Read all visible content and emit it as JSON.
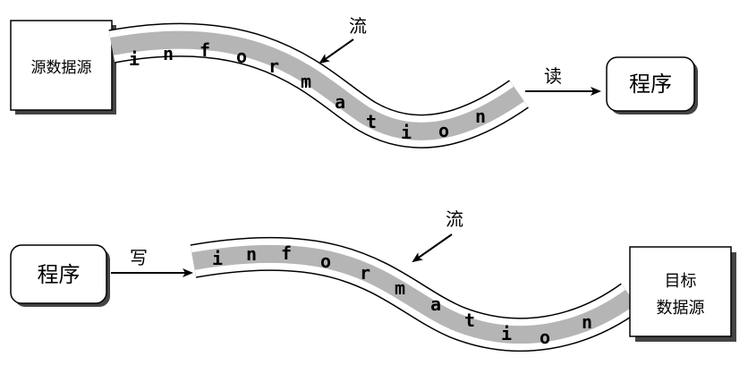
{
  "top_diagram": {
    "source_box": "源数据源",
    "flow_label": "流",
    "read_label": "读",
    "program_box": "程序",
    "stream_letters": [
      "i",
      "n",
      "f",
      "o",
      "r",
      "m",
      "a",
      "t",
      "i",
      "o",
      "n"
    ]
  },
  "bottom_diagram": {
    "program_box": "程序",
    "write_label": "写",
    "flow_label": "流",
    "target_box_line1": "目标",
    "target_box_line2": "数据源",
    "stream_letters": [
      "i",
      "n",
      "f",
      "o",
      "r",
      "m",
      "a",
      "t",
      "i",
      "o",
      "n"
    ]
  }
}
